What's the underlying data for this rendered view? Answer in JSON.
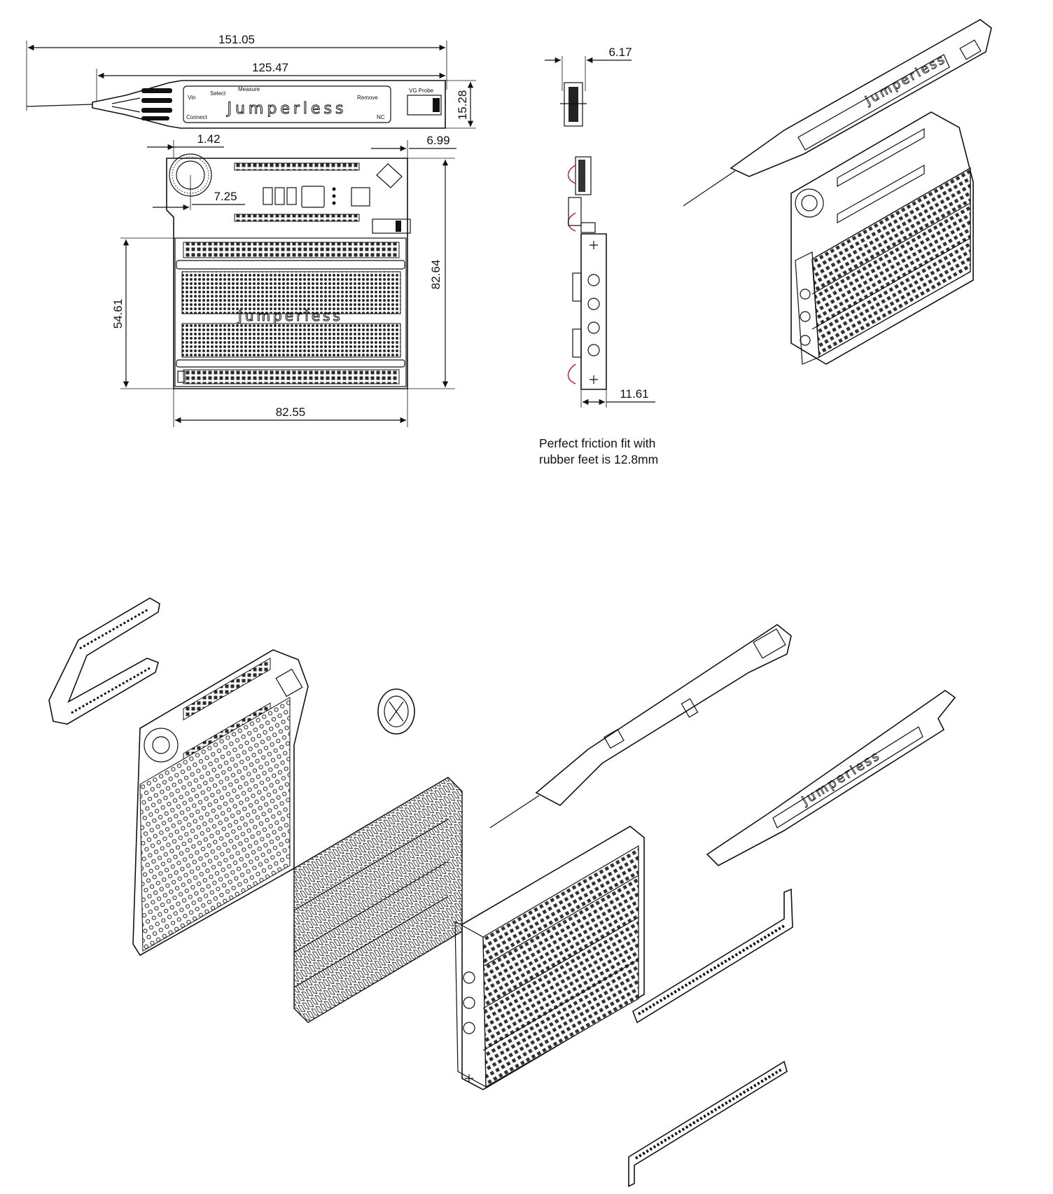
{
  "dimensions": {
    "probe_total_length": "151.05",
    "probe_body_length": "125.47",
    "probe_height": "15.28",
    "board_left_offset": "1.42",
    "board_right_offset": "6.99",
    "wheel_offset": "7.25",
    "breadboard_height": "54.61",
    "board_height": "82.64",
    "board_width": "82.55",
    "side_thickness": "6.17",
    "side_depth": "11.61"
  },
  "note": {
    "line1": "Perfect friction fit with",
    "line2": "rubber feet is 12.8mm"
  },
  "logos": {
    "brand": "Jumperless"
  },
  "probe_labels": {
    "top_left": "Select",
    "top_mid": "Measure",
    "bottom_left": "Connect",
    "right_top": "Remove",
    "right_label": "VG Probe",
    "bottom_right": "NC",
    "left_small": "Vin"
  },
  "colors": {
    "line": "#111111",
    "accent_red": "#d0102a",
    "background": "#ffffff"
  }
}
